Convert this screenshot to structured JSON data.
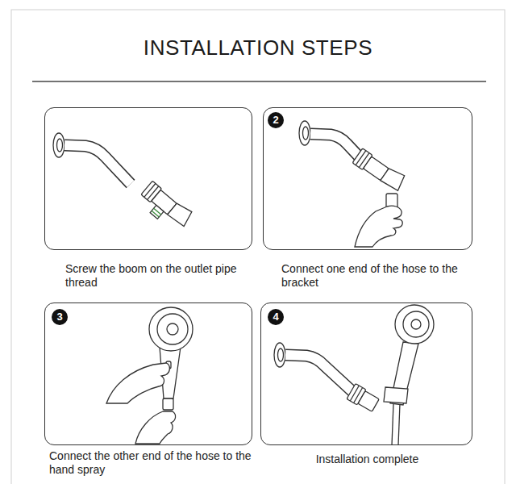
{
  "diagram": {
    "title": "INSTALLATION STEPS",
    "nodes": [
      {
        "text": [
          "Screw the boom on the outlet pipe thread"
        ]
      },
      {
        "text": [
          "2",
          "Connect one end of the hose to the bracket"
        ]
      },
      {
        "text": [
          "3",
          "Connect the other end of the hose to the hand spray"
        ]
      },
      {
        "text": [
          "4",
          "Installation complete"
        ]
      }
    ]
  }
}
